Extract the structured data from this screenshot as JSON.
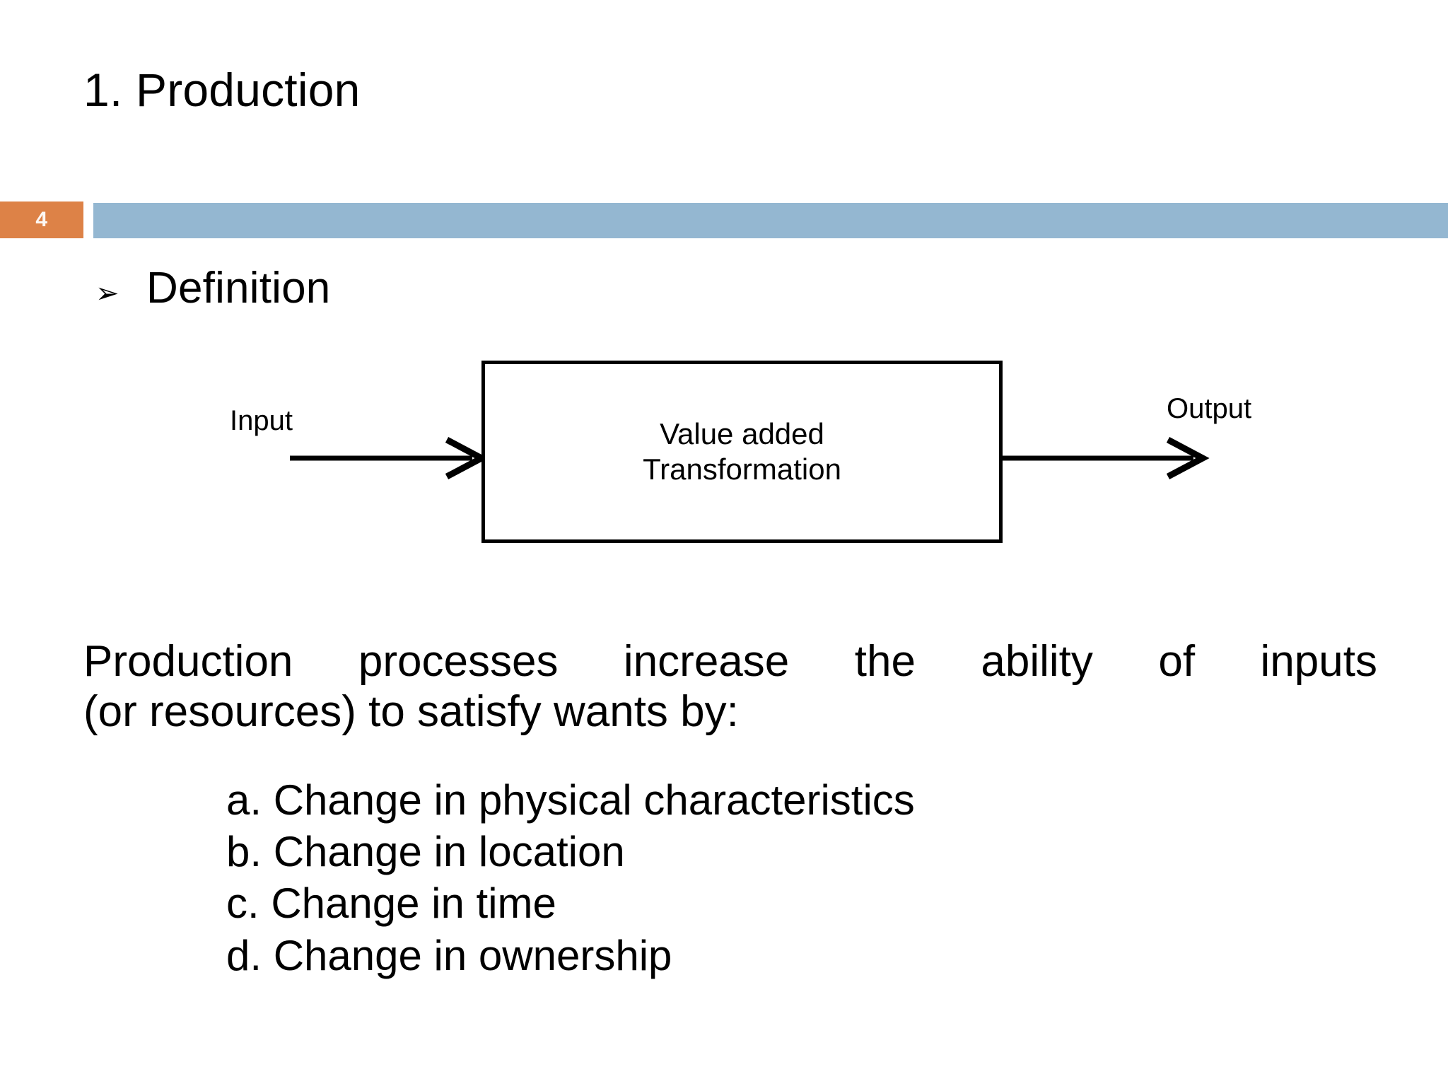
{
  "slide": {
    "title": "1. Production",
    "page_number": "4",
    "accent_orange": "#DD8247",
    "accent_blue": "#94B7D1",
    "background": "#ffffff"
  },
  "bullet": {
    "marker": "➢",
    "marker_icon_name": "arrowhead-bullet-icon",
    "label": "Definition"
  },
  "diagram": {
    "input_label": "Input",
    "output_label": "Output",
    "box_line1": "Value added",
    "box_line2": "Transformation",
    "stroke_color": "#000000"
  },
  "body": {
    "line1": "Production processes increase the ability of inputs",
    "line2": "(or resources) to satisfy wants by:"
  },
  "sub_list": [
    "a. Change in physical characteristics",
    "b. Change in location",
    "c. Change in time",
    "d. Change in ownership"
  ]
}
